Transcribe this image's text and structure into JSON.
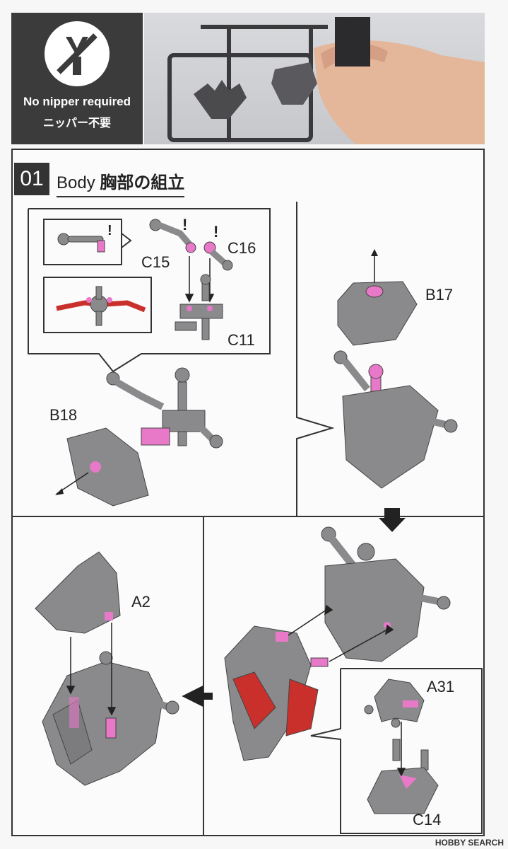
{
  "header": {
    "nipper_title": "No nipper required",
    "nipper_jp": "ニッパー不要"
  },
  "step": {
    "number": "01",
    "title_en": "Body",
    "title_jp": "胸部の組立"
  },
  "labels": {
    "c15": "C15",
    "c16": "C16",
    "c11": "C11",
    "b18": "B18",
    "b17": "B17",
    "a2": "A2",
    "a31": "A31",
    "c14": "C14"
  },
  "watermark": "HOBBY SEARCH",
  "colors": {
    "part_gray": "#8a8a8c",
    "accent_pink": "#e879c8",
    "accent_red": "#c9302c",
    "frame": "#333333"
  }
}
